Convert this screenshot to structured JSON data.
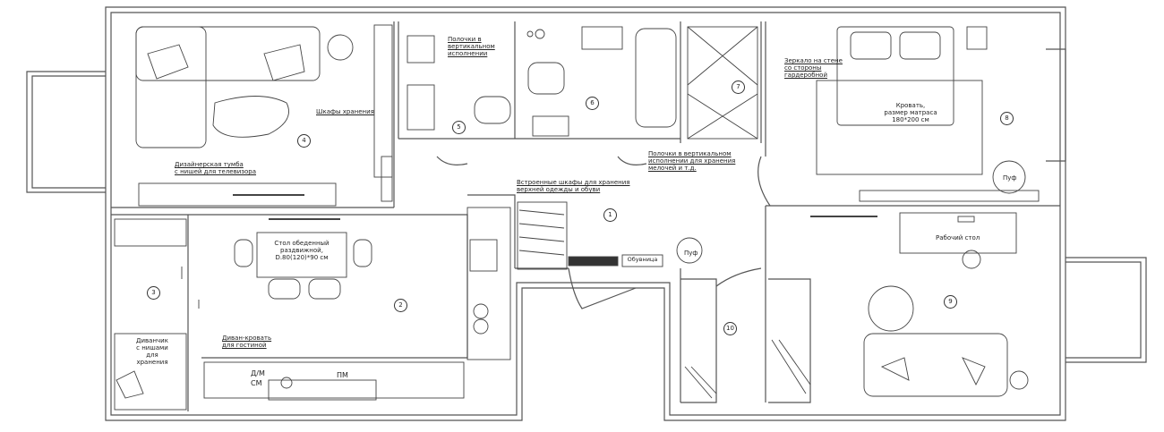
{
  "plan": {
    "colors": {
      "wall": "#555555",
      "line": "#444444",
      "background": "#ffffff"
    },
    "room_numbers": [
      "1",
      "2",
      "3",
      "4",
      "5",
      "6",
      "7",
      "8",
      "9",
      "10"
    ],
    "labels": {
      "storage_shelves": "Шкафы хранения",
      "built_in_wardrobe": "Дизайнерская тумба\nс нишей для телевизора",
      "shelves_bath": "Полочки в\nвертикальном\nисполнении",
      "shelves_niche": "Полочки в вертикальном\nисполнении для хранения\nмелочей и т.д.",
      "wardrobe_hall": "Встроенные шкафы для хранения\nверхней одежды и обуви",
      "mirror_wall": "Зеркало на стене\nсо стороны\nгардеробной",
      "bed": "Кровать,\nразмер матраса\n180*200 см",
      "table": "Стол обеденный\nраздвижной,\nD.80(120)*90 см",
      "sofa_kitchen": "Диван-кровать\nдля гостиной",
      "balcony_sofa": "Диванчик\nс нишами\nдля\nхранения",
      "work_desk": "Рабочий стол",
      "shoe_bench": "Обувница",
      "pouf": "Пуф",
      "pouf2": "Пуф",
      "dw": "ПМ",
      "oven": "Д/М\nСМ"
    }
  }
}
